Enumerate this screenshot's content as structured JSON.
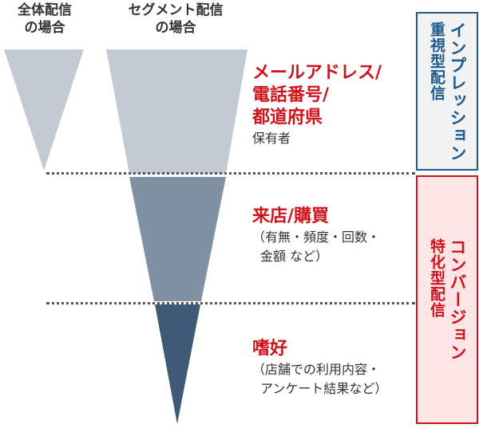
{
  "headers": {
    "all": [
      "全体配信",
      "の場合"
    ],
    "segment": [
      "セグメント配信",
      "の場合"
    ]
  },
  "levels": [
    {
      "title": [
        "メールアドレス/",
        "電話番号/",
        "都道府県"
      ],
      "desc": [
        "保有者"
      ]
    },
    {
      "title": [
        "来店/購買"
      ],
      "desc": [
        "（有無・頻度・回数・",
        "金額 など）"
      ]
    },
    {
      "title": [
        "嗜好"
      ],
      "desc": [
        "（店舗での利用内容・",
        "アンケート結果など）"
      ]
    }
  ],
  "boxes": {
    "impression": [
      "インプレッション",
      "重視型配信"
    ],
    "conversion": [
      "コンバージョン",
      "特化型配信"
    ]
  },
  "colors": {
    "red": "#d0121b",
    "blue": "#1b5a8c",
    "light": "#c3cad3",
    "mid": "#7f91a3",
    "dark": "#3e5a76"
  }
}
